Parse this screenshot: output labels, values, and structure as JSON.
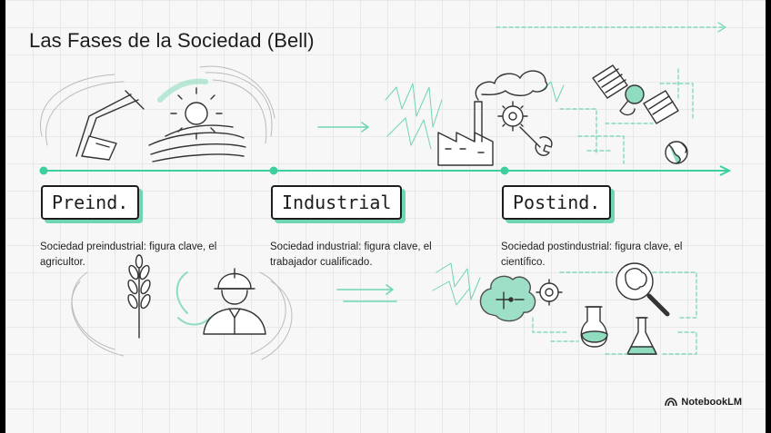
{
  "title": "Las Fases de la Sociedad (Bell)",
  "phases": [
    {
      "label": "Preind.",
      "description": "Sociedad preindustrial: figura clave, el agricultor."
    },
    {
      "label": "Industrial",
      "description": "Sociedad industrial: figura clave, el trabajador cualificado."
    },
    {
      "label": "Postind.",
      "description": "Sociedad postindustrial: figura clave, el científico."
    }
  ],
  "brand": {
    "name": "NotebookLM"
  },
  "colors": {
    "accent": "#3ecf9e",
    "ink": "#1d1d1d",
    "shadow": "#6fd5b2"
  },
  "icons": [
    "plow-icon",
    "sun-icon",
    "field-icon",
    "wheat-icon",
    "worker-icon",
    "factory-icon",
    "gear-icon",
    "wrench-icon",
    "satellite-icon",
    "globe-icon",
    "brain-circuit-icon",
    "magnifier-icon",
    "flask-icon",
    "notebooklm-logo-icon"
  ]
}
